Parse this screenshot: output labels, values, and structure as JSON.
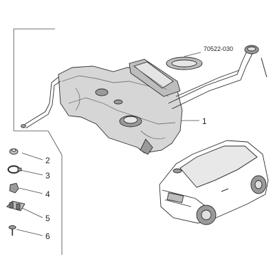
{
  "diagram": {
    "callouts": [
      {
        "id": "part-1",
        "label": "1"
      },
      {
        "id": "part-2",
        "label": "2"
      },
      {
        "id": "part-3",
        "label": "3"
      },
      {
        "id": "part-4",
        "label": "4"
      },
      {
        "id": "part-5",
        "label": "5"
      },
      {
        "id": "part-6",
        "label": "6"
      }
    ],
    "reference_code": "70522-030",
    "colors": {
      "line": "#2b2b2b",
      "shade": "#9a9a9a",
      "light": "#d6d6d6"
    }
  }
}
